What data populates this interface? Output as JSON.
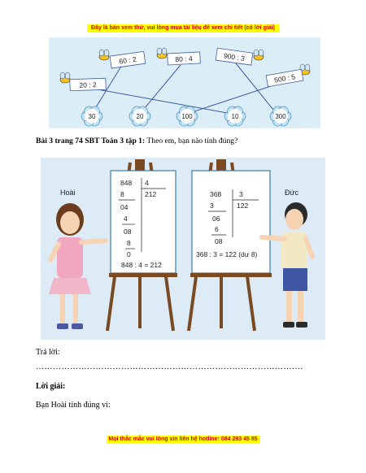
{
  "top_banner": "Đây là bản xem thử, vui lòng mua tài liệu để xem chi tiết (có lời giải)",
  "bottom_banner": "Mọi thắc mắc vui lòng xin liên hệ hotline: 084 283 45 85",
  "matching": {
    "expressions": [
      "60 : 2",
      "80 : 4",
      "900 : 3",
      "20 : 2",
      "500 : 5"
    ],
    "results": [
      "30",
      "20",
      "100",
      "10",
      "300"
    ]
  },
  "exercise": {
    "title": "Bài 3 trang 74 SBT Toán 3 tập 1:",
    "prompt": "Theo em, bạn nào tính đúng?"
  },
  "boards": {
    "left_name": "Hoài",
    "right_name": "Đức",
    "left": {
      "dividend": "848",
      "divisor": "4",
      "quotient": "212",
      "steps": [
        "8",
        "04",
        "4",
        "08",
        "8",
        "0"
      ],
      "result": "848 : 4 = 212"
    },
    "right": {
      "dividend": "368",
      "divisor": "3",
      "quotient": "122",
      "steps": [
        "3",
        "06",
        "6",
        "08"
      ],
      "result": "368 : 3 = 122 (dư 8)"
    }
  },
  "answer_label": "Trả lời:",
  "answer_dots": "………………………………………………………………………………….",
  "solution_title": "Lời giải:",
  "solution_text": "Bạn Hoài tính đúng vì:"
}
